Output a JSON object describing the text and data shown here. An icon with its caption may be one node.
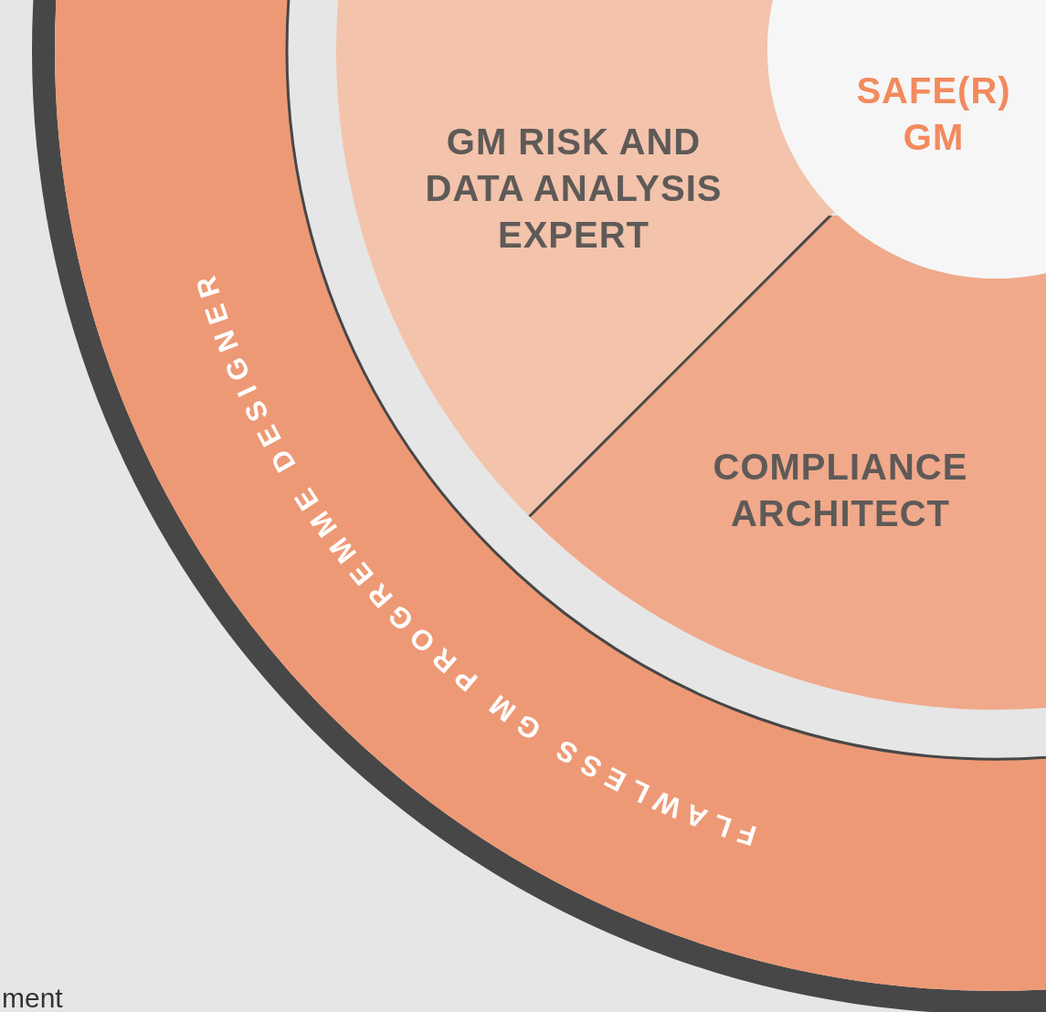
{
  "diagram": {
    "nodes": [
      {
        "text": [
          "FLAWLESS GM PROGREMME DESIGNER"
        ]
      },
      {
        "text": [
          "GM RISK AND DATA ANALYSIS EXPERT"
        ],
        "in": 0
      },
      {
        "text": [
          "COMPLIANCE ARCHITECT"
        ],
        "in": 0
      },
      {
        "text": [
          "SAFE(R) GM"
        ],
        "in": 0
      }
    ],
    "labels": [
      "ment"
    ]
  }
}
